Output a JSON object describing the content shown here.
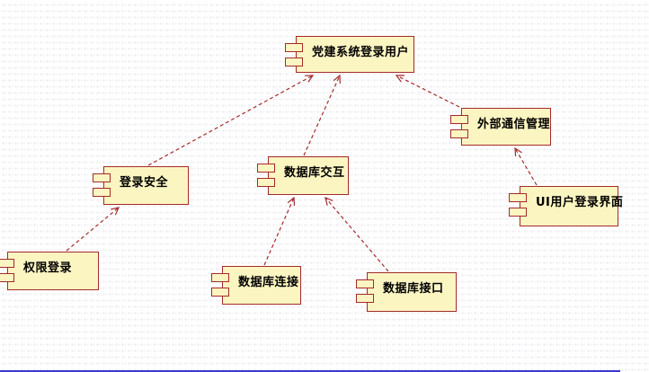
{
  "diagram": {
    "title": "UML component diagram - party building system login",
    "type": "uml-component-diagram",
    "background_color": "#FFFFFF",
    "grid_dot_color": "#E9E9EE",
    "component_fill_color": "#FBF5C2",
    "component_border_color": "#A52A2A",
    "arrow_color": "#A52A2A",
    "bottom_edge_color": "#3A3ACC"
  },
  "components": [
    {
      "id": "party-system-login-user",
      "label": "党建系统登录用户"
    },
    {
      "id": "external-communication-management",
      "label": "外部通信管理"
    },
    {
      "id": "ui-user-login-interface",
      "label": "UI用户登录界面"
    },
    {
      "id": "login-security",
      "label": "登录安全"
    },
    {
      "id": "database-interaction",
      "label": "数据库交互"
    },
    {
      "id": "permission-login",
      "label": "权限登录"
    },
    {
      "id": "database-connection",
      "label": "数据库连接"
    },
    {
      "id": "database-interface",
      "label": "数据库接口"
    }
  ],
  "dependencies": [
    {
      "from": "登录安全",
      "to": "党建系统登录用户",
      "style": "dashed-arrow"
    },
    {
      "from": "数据库交互",
      "to": "党建系统登录用户",
      "style": "dashed-arrow"
    },
    {
      "from": "外部通信管理",
      "to": "党建系统登录用户",
      "style": "dashed-arrow"
    },
    {
      "from": "UI用户登录界面",
      "to": "外部通信管理",
      "style": "dashed-arrow"
    },
    {
      "from": "权限登录",
      "to": "登录安全",
      "style": "dashed-arrow"
    },
    {
      "from": "数据库连接",
      "to": "数据库交互",
      "style": "dashed-arrow"
    },
    {
      "from": "数据库接口",
      "to": "数据库交互",
      "style": "dashed-arrow"
    }
  ]
}
